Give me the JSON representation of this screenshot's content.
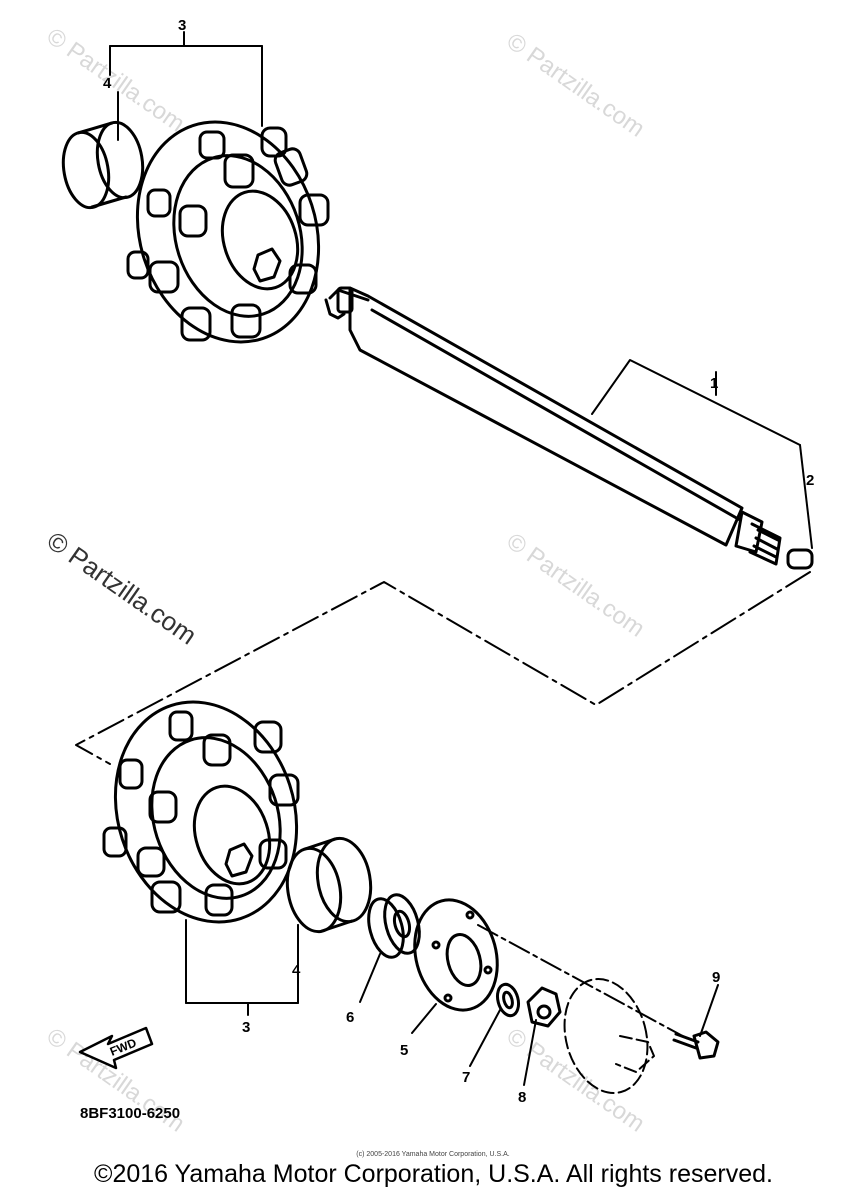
{
  "diagram": {
    "callouts": {
      "c1": "1",
      "c2": "2",
      "c3_top": "3",
      "c3_bottom": "3",
      "c4_top": "4",
      "c4_bottom": "4",
      "c5": "5",
      "c6": "6",
      "c7": "7",
      "c8": "8",
      "c9": "9"
    },
    "fwd_label": "FWD",
    "part_code": "8BF3100-6250",
    "small_copyright": "(c) 2005-2016 Yamaha Motor Corporation, U.S.A.",
    "watermark": "© Partzilla.com",
    "watermark_main": "© Partzilla.com"
  },
  "footer": {
    "copyright": "©2016 Yamaha Motor Corporation, U.S.A. All rights reserved."
  }
}
